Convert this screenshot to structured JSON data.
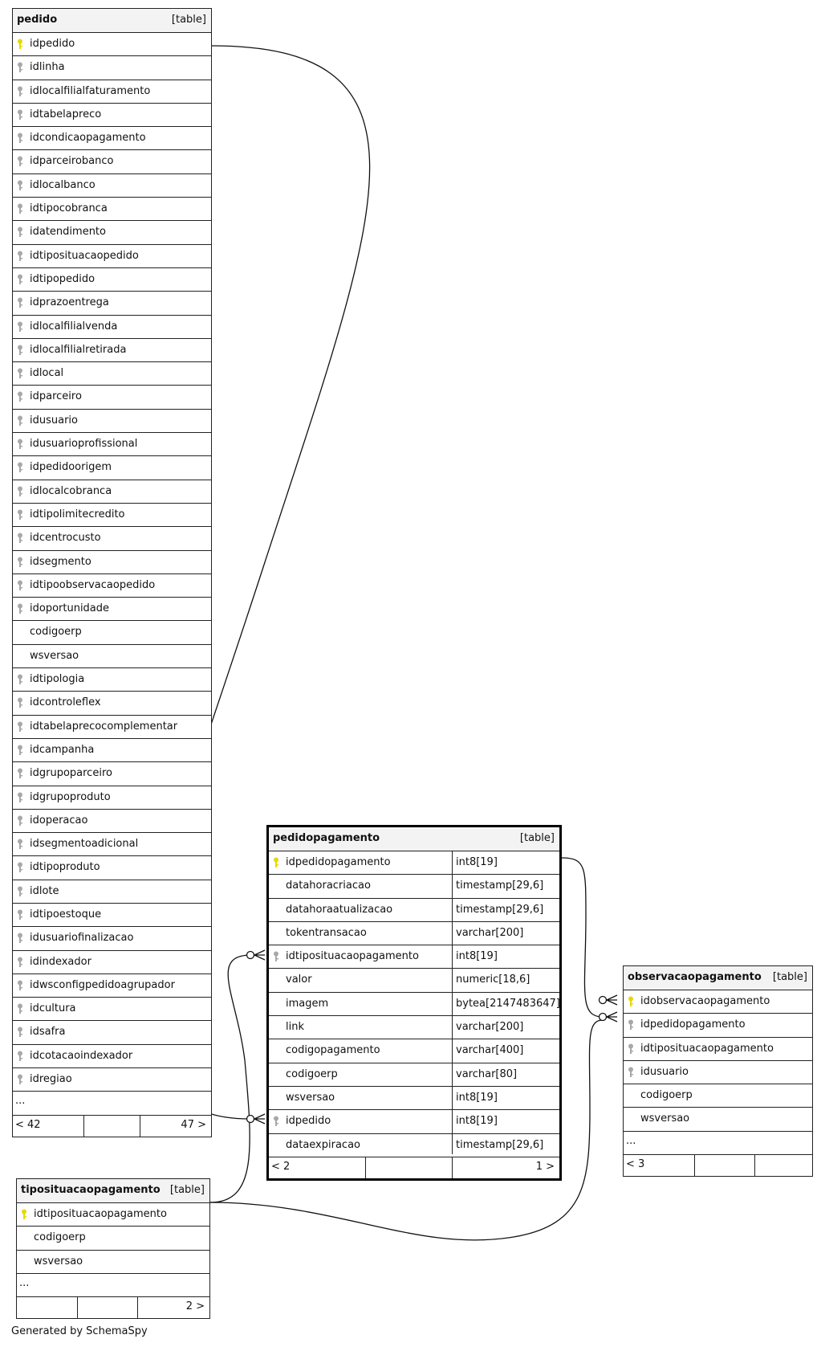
{
  "colors": {
    "primary_key": "#e8d800",
    "foreign_key": "#a8a8a8",
    "header_bg": "#f3f3f3",
    "line": "#111111"
  },
  "tables": {
    "pedido": {
      "name": "pedido",
      "type": "[table]",
      "columns": [
        {
          "name": "idpedido",
          "key": "pk"
        },
        {
          "name": "idlinha",
          "key": "fk"
        },
        {
          "name": "idlocalfilialfaturamento",
          "key": "fk"
        },
        {
          "name": "idtabelapreco",
          "key": "fk"
        },
        {
          "name": "idcondicaopagamento",
          "key": "fk"
        },
        {
          "name": "idparceirobanco",
          "key": "fk"
        },
        {
          "name": "idlocalbanco",
          "key": "fk"
        },
        {
          "name": "idtipocobranca",
          "key": "fk"
        },
        {
          "name": "idatendimento",
          "key": "fk"
        },
        {
          "name": "idtiposituacaopedido",
          "key": "fk"
        },
        {
          "name": "idtipopedido",
          "key": "fk"
        },
        {
          "name": "idprazoentrega",
          "key": "fk"
        },
        {
          "name": "idlocalfilialvenda",
          "key": "fk"
        },
        {
          "name": "idlocalfilialretirada",
          "key": "fk"
        },
        {
          "name": "idlocal",
          "key": "fk"
        },
        {
          "name": "idparceiro",
          "key": "fk"
        },
        {
          "name": "idusuario",
          "key": "fk"
        },
        {
          "name": "idusuarioprofissional",
          "key": "fk"
        },
        {
          "name": "idpedidoorigem",
          "key": "fk"
        },
        {
          "name": "idlocalcobranca",
          "key": "fk"
        },
        {
          "name": "idtipolimitecredito",
          "key": "fk"
        },
        {
          "name": "idcentrocusto",
          "key": "fk"
        },
        {
          "name": "idsegmento",
          "key": "fk"
        },
        {
          "name": "idtipoobservacaopedido",
          "key": "fk"
        },
        {
          "name": "idoportunidade",
          "key": "fk"
        },
        {
          "name": "codigoerp",
          "key": ""
        },
        {
          "name": "wsversao",
          "key": ""
        },
        {
          "name": "idtipologia",
          "key": "fk"
        },
        {
          "name": "idcontroleflex",
          "key": "fk"
        },
        {
          "name": "idtabelaprecocomplementar",
          "key": "fk"
        },
        {
          "name": "idcampanha",
          "key": "fk"
        },
        {
          "name": "idgrupoparceiro",
          "key": "fk"
        },
        {
          "name": "idgrupoproduto",
          "key": "fk"
        },
        {
          "name": "idoperacao",
          "key": "fk"
        },
        {
          "name": "idsegmentoadicional",
          "key": "fk"
        },
        {
          "name": "idtipoproduto",
          "key": "fk"
        },
        {
          "name": "idlote",
          "key": "fk"
        },
        {
          "name": "idtipoestoque",
          "key": "fk"
        },
        {
          "name": "idusuariofinalizacao",
          "key": "fk"
        },
        {
          "name": "idindexador",
          "key": "fk"
        },
        {
          "name": "idwsconfigpedidoagrupador",
          "key": "fk"
        },
        {
          "name": "idcultura",
          "key": "fk"
        },
        {
          "name": "idsafra",
          "key": "fk"
        },
        {
          "name": "idcotacaoindexador",
          "key": "fk"
        },
        {
          "name": "idregiao",
          "key": "fk"
        }
      ],
      "ellipsis": "...",
      "footer": {
        "left": "< 42",
        "right": "47 >"
      }
    },
    "tiposituacaopagamento": {
      "name": "tiposituacaopagamento",
      "type": "[table]",
      "columns": [
        {
          "name": "idtiposituacaopagamento",
          "key": "pk"
        },
        {
          "name": "codigoerp",
          "key": ""
        },
        {
          "name": "wsversao",
          "key": ""
        }
      ],
      "ellipsis": "...",
      "footer": {
        "left": "",
        "right": "2 >"
      }
    },
    "pedidopagamento": {
      "name": "pedidopagamento",
      "type": "[table]",
      "columns": [
        {
          "name": "idpedidopagamento",
          "type": "int8[19]",
          "key": "pk"
        },
        {
          "name": "datahoracriacao",
          "type": "timestamp[29,6]",
          "key": ""
        },
        {
          "name": "datahoraatualizacao",
          "type": "timestamp[29,6]",
          "key": ""
        },
        {
          "name": "tokentransacao",
          "type": "varchar[200]",
          "key": ""
        },
        {
          "name": "idtiposituacaopagamento",
          "type": "int8[19]",
          "key": "fk"
        },
        {
          "name": "valor",
          "type": "numeric[18,6]",
          "key": ""
        },
        {
          "name": "imagem",
          "type": "bytea[2147483647]",
          "key": ""
        },
        {
          "name": "link",
          "type": "varchar[200]",
          "key": ""
        },
        {
          "name": "codigopagamento",
          "type": "varchar[400]",
          "key": ""
        },
        {
          "name": "codigoerp",
          "type": "varchar[80]",
          "key": ""
        },
        {
          "name": "wsversao",
          "type": "int8[19]",
          "key": ""
        },
        {
          "name": "idpedido",
          "type": "int8[19]",
          "key": "fk"
        },
        {
          "name": "dataexpiracao",
          "type": "timestamp[29,6]",
          "key": ""
        }
      ],
      "footer": {
        "left": "< 2",
        "right": "1 >"
      }
    },
    "observacaopagamento": {
      "name": "observacaopagamento",
      "type": "[table]",
      "columns": [
        {
          "name": "idobservacaopagamento",
          "key": "pk"
        },
        {
          "name": "idpedidopagamento",
          "key": "fk"
        },
        {
          "name": "idtiposituacaopagamento",
          "key": "fk"
        },
        {
          "name": "idusuario",
          "key": "fk"
        },
        {
          "name": "codigoerp",
          "key": ""
        },
        {
          "name": "wsversao",
          "key": ""
        }
      ],
      "ellipsis": "...",
      "footer": {
        "left": "< 3",
        "right": ""
      }
    }
  },
  "credit": "Generated by SchemaSpy"
}
